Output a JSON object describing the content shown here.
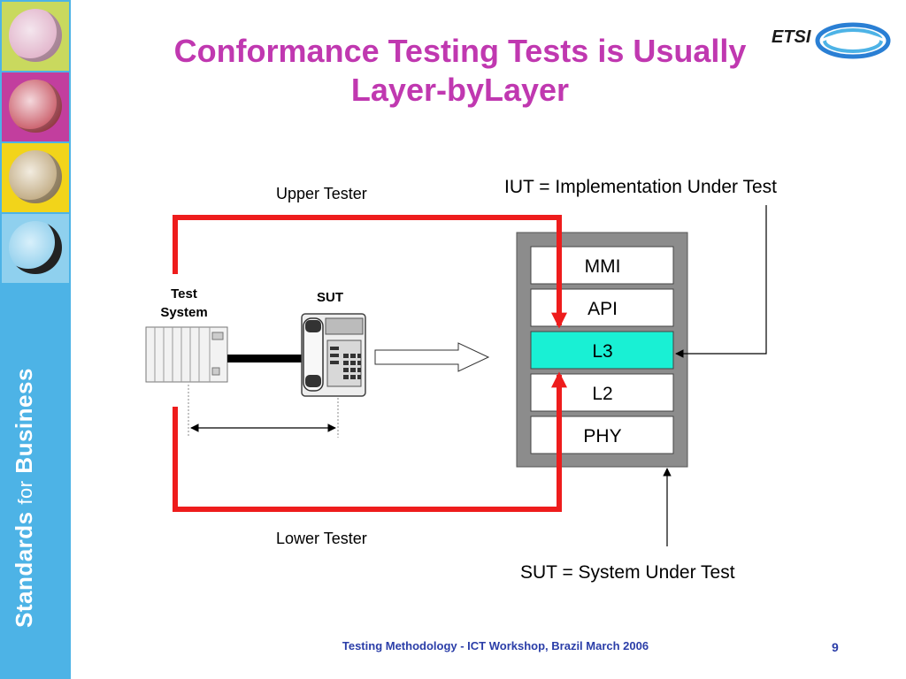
{
  "slide": {
    "title": "Conformance Testing Tests is Usually Layer-byLayer",
    "footer": "Testing Methodology - ICT Workshop, Brazil March 2006",
    "page_number": "9"
  },
  "sidebar": {
    "brand_standards": "Standards",
    "brand_for": "for",
    "brand_business": "Business",
    "tile_colors": [
      "#c9d95e",
      "#c23e9e",
      "#f2d41a",
      "#8fd0ee"
    ]
  },
  "logo": {
    "text": "ETSI"
  },
  "diagram": {
    "iut_definition": "IUT = Implementation Under Test",
    "sut_definition": "SUT = System Under Test",
    "upper_tester": "Upper Tester",
    "lower_tester": "Lower Tester",
    "test_system_line1": "Test",
    "test_system_line2": "System",
    "sut_label": "SUT",
    "layers": [
      "MMI",
      "API",
      "L3",
      "L2",
      "PHY"
    ],
    "highlight_layer": "L3",
    "colors": {
      "loop": "#ee1c1c",
      "highlight": "#19f0d4",
      "stack": "#8c8c8c"
    }
  }
}
